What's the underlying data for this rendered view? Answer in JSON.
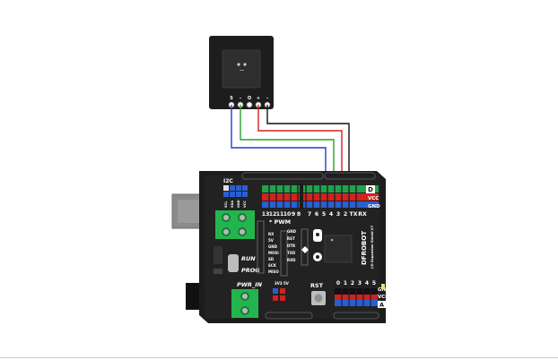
{
  "colors": {
    "wire_blue": "#1f3fd0",
    "wire_green": "#2aa02a",
    "wire_red": "#d81e1e",
    "wire_black": "#111111",
    "board": "#1c1c1c",
    "header_red": "#d42020",
    "header_green": "#1ea24a",
    "header_blue": "#2a5fd0",
    "terminal_green": "#23b54d"
  },
  "sensor": {
    "pins": [
      "S",
      "-",
      "O",
      "+",
      "-"
    ]
  },
  "shield": {
    "i2c_label": "I2C",
    "digital_numbers": [
      "13",
      "12",
      "11",
      "10",
      "9",
      "8",
      "7",
      "6",
      "5",
      "4",
      "3",
      "2",
      "TX",
      "RX"
    ],
    "digital_top_row_tag": "D",
    "vcc_label": "VCC",
    "gnd_label": "GND",
    "pwm_label": "* PWM",
    "run_label": "RUN",
    "prog_label": "PROG",
    "pwr_in_label": "PWR_IN",
    "rst_label": "RST",
    "analog_numbers": [
      "0",
      "1",
      "2",
      "3",
      "4",
      "5"
    ],
    "analog_tag": "A",
    "analog_gnd": "GND",
    "analog_vcc": "VCC",
    "power_pins": [
      "3V3",
      "5V"
    ],
    "brand_text": "DFROBOT",
    "model_text": "I/O Expansion Shield V7",
    "isp_labels": [
      "GND",
      "RST",
      "DTR",
      "TXD",
      "RXD"
    ],
    "spi_labels": [
      "RX",
      "5V",
      "GND",
      "MOSI",
      "SD",
      "SCK",
      "MISO"
    ],
    "i2c_pins": [
      "SCL",
      "SDA",
      "GND",
      "VCC"
    ]
  }
}
